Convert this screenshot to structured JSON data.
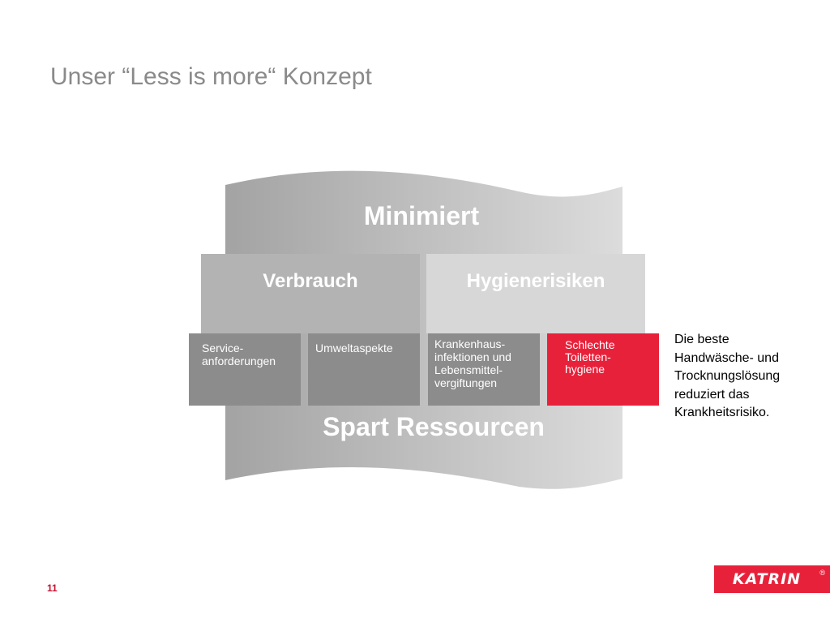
{
  "slide": {
    "title": "Unser “Less is more“ Konzept",
    "page_number": "11"
  },
  "diagram": {
    "top_label": "Minimiert",
    "bottom_label": "Spart Ressourcen",
    "panels": [
      {
        "label": "Verbrauch",
        "color": "#b3b3b3",
        "items": [
          {
            "lines": [
              "Service-",
              "anforderungen"
            ]
          },
          {
            "lines": [
              "Umweltaspekte"
            ]
          }
        ]
      },
      {
        "label": "Hygienerisiken",
        "color": "#d7d7d7",
        "items": [
          {
            "lines": [
              "Krankenhaus-",
              "infektionen und",
              "Lebensmittel-",
              "vergiftungen"
            ]
          },
          {
            "lines": [
              "Schlechte",
              "Toiletten-",
              "hygiene"
            ],
            "highlight_color": "#e8213a"
          }
        ]
      }
    ]
  },
  "note": {
    "lines": [
      "Die beste",
      "Handwäsche- und",
      "Trocknungslösung",
      "reduziert das",
      "Krankheitsrisiko."
    ]
  },
  "logo": {
    "wordmark": "KATRIN",
    "registered_mark": "®",
    "color": "#e8213a"
  }
}
